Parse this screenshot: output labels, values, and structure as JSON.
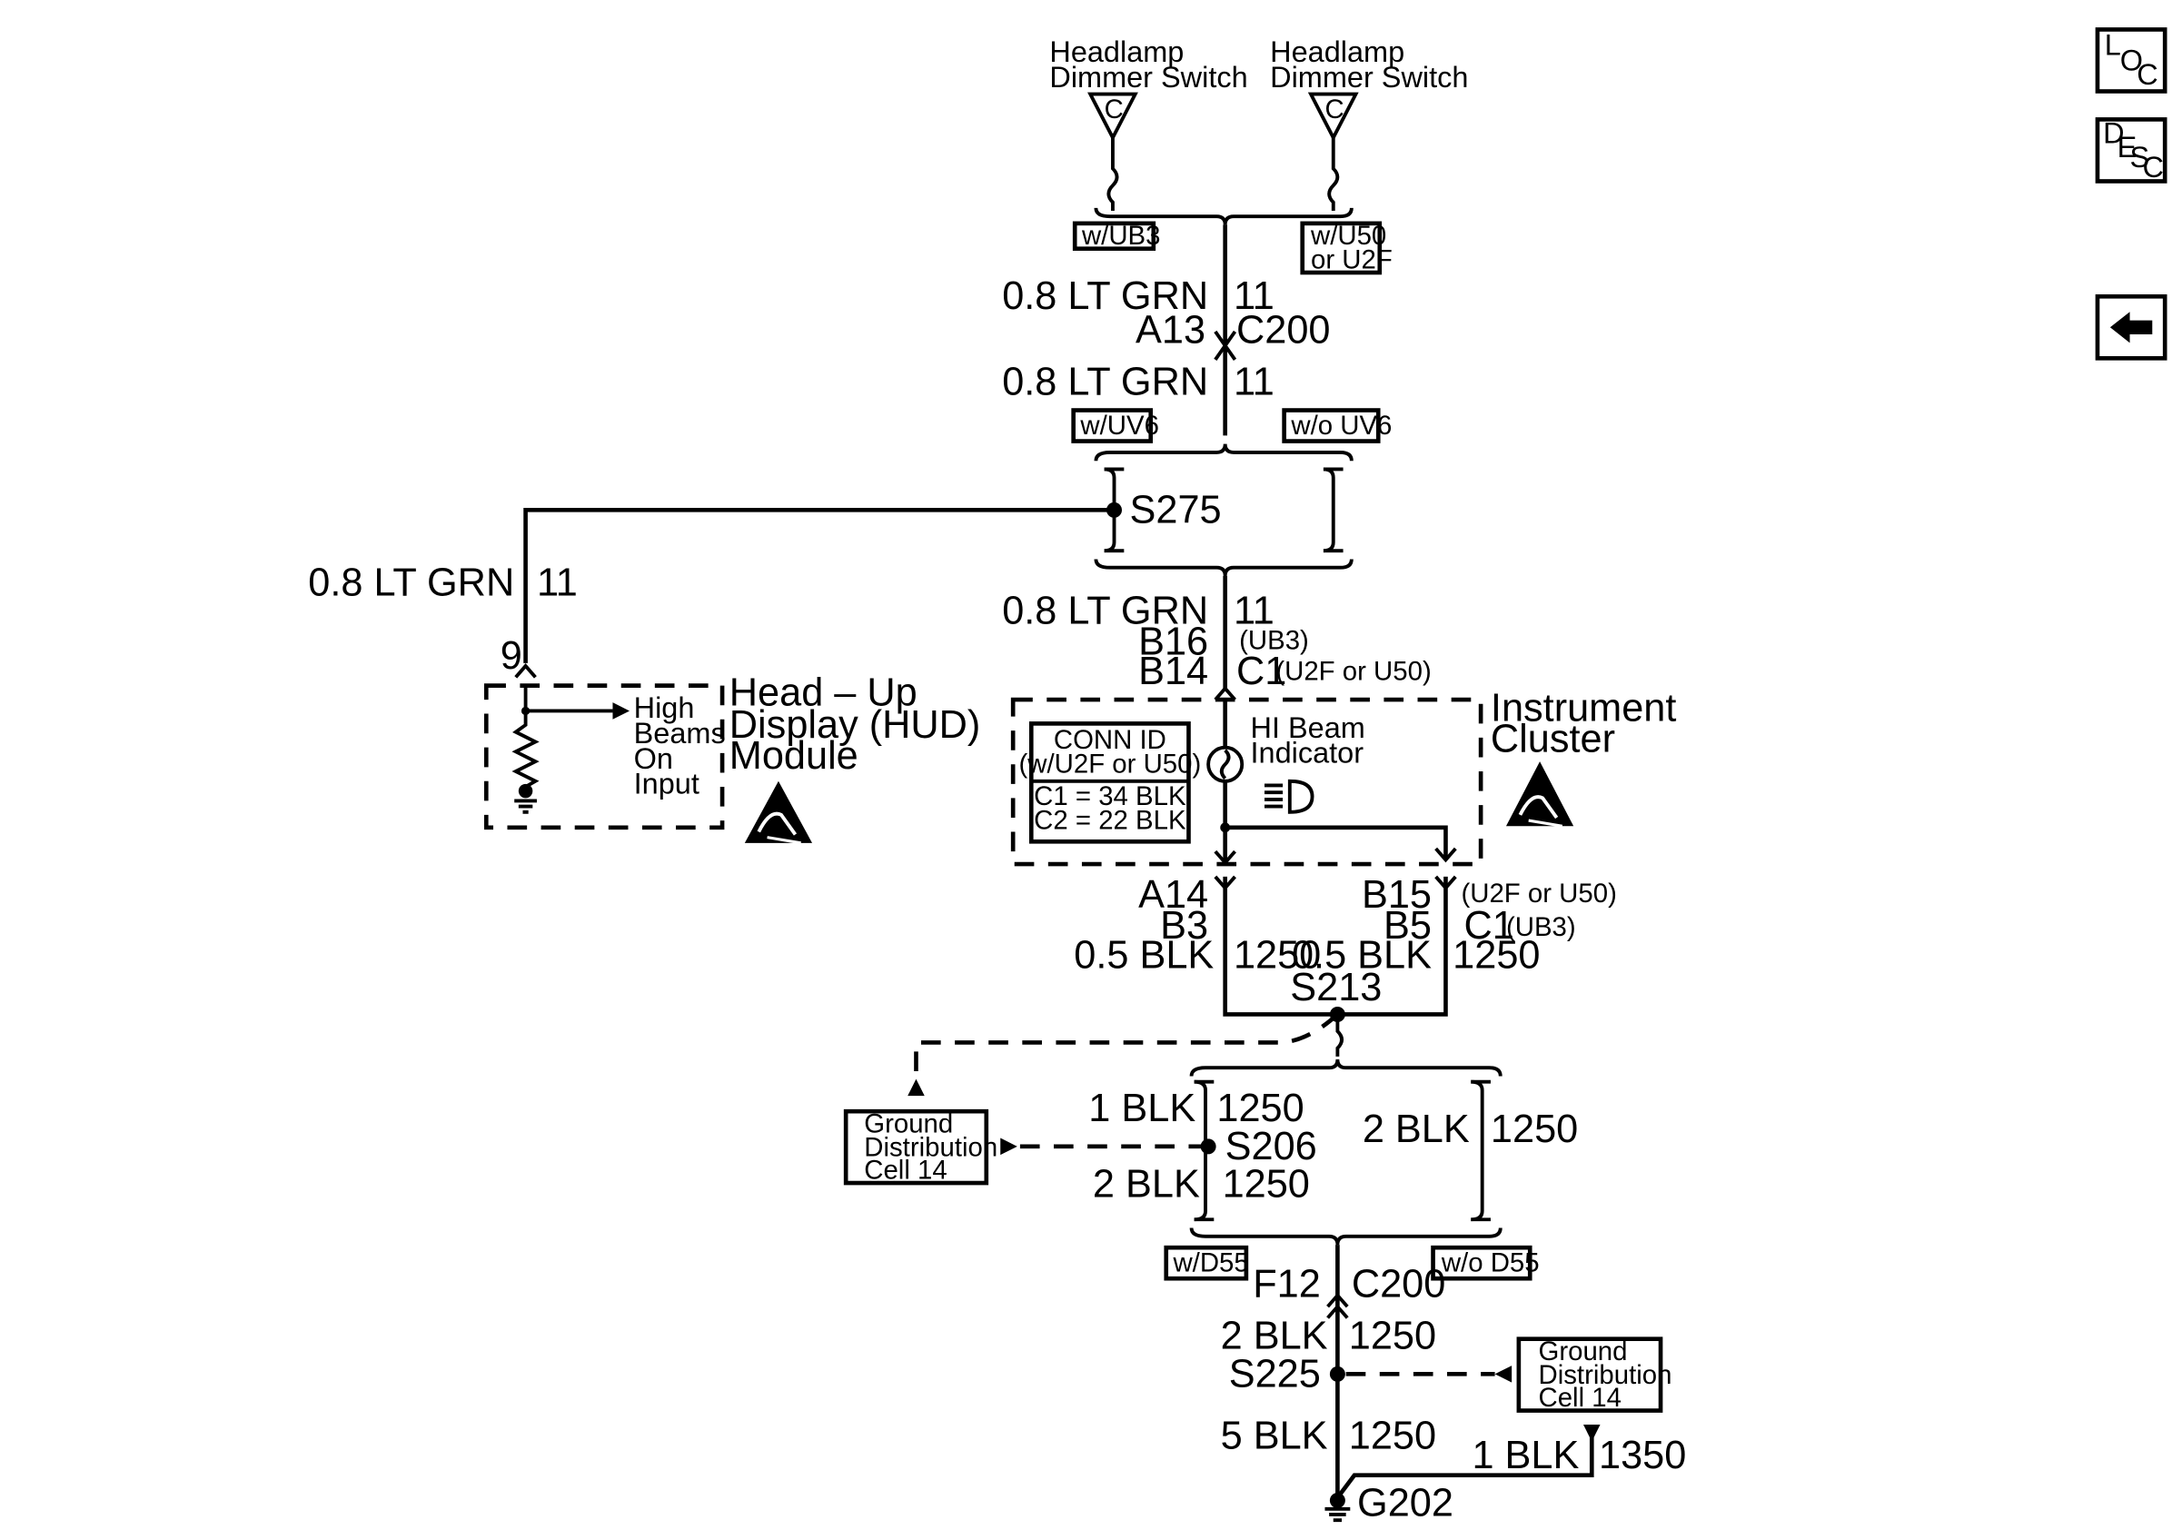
{
  "switches": [
    {
      "line1": "Headlamp",
      "line2": "Dimmer Switch",
      "pin": "C"
    },
    {
      "line1": "Headlamp",
      "line2": "Dimmer Switch",
      "pin": "C"
    }
  ],
  "options": {
    "w_ub3": "w/UB3",
    "w_u50_l1": "w/U50",
    "w_u50_l2": "or U2F",
    "w_uv6": "w/UV6",
    "wo_uv6": "w/o UV6",
    "w_d55": "w/D55",
    "wo_d55": "w/o D55"
  },
  "wires": {
    "top1": {
      "label": "0.8 LT GRN",
      "circuit": "11"
    },
    "conn_a13": "A13",
    "conn_c200": "C200",
    "top2": {
      "label": "0.8 LT GRN",
      "circuit": "11"
    },
    "splice_s275": "S275",
    "hud_wire": {
      "label": "0.8 LT GRN",
      "circuit": "11"
    },
    "hud_pin": "9",
    "top3": {
      "label": "0.8 LT GRN",
      "circuit": "11"
    },
    "b16": "B16",
    "ub3_a": "(UB3)",
    "b14": "B14",
    "c1_a": "C1",
    "u2f_a": "(U2F or U50)",
    "a14": "A14",
    "b3": "B3",
    "blk_l": "0.5 BLK",
    "c1250_l": "1250",
    "b15": "B15",
    "b5": "B5",
    "blk_r": "0.5 BLK",
    "c1250_r": "1250",
    "u2f_b": "(U2F or U50)",
    "c1_b": "C1",
    "ub3_b": "(UB3)",
    "splice_s213": "S213",
    "w1blk": "1 BLK",
    "w1blk_c": "1250",
    "splice_s206": "S206",
    "w2blk_a": "2 BLK",
    "w2blk_a_c": "1250",
    "w2blk_r": "2 BLK",
    "w2blk_r_c": "1250",
    "conn_f12": "F12",
    "conn_c200b": "C200",
    "w2blk_b": "2 BLK",
    "w2blk_b_c": "1250",
    "splice_s225": "S225",
    "w5blk": "5 BLK",
    "w5blk_c": "1250",
    "w1blk_b": "1 BLK",
    "w1blk_b_c": "1350",
    "ground_g202": "G202"
  },
  "hud": {
    "input_l1": "High",
    "input_l2": "Beams",
    "input_l3": "On",
    "input_l4": "Input",
    "title_l1": "Head – Up",
    "title_l2": "Display (HUD)",
    "title_l3": "Module"
  },
  "cluster": {
    "conn_l1": "CONN ID",
    "conn_l2": "(w/U2F or U50)",
    "conn_l3": "C1 = 34 BLK",
    "conn_l4": "C2 = 22 BLK",
    "ind_l1": "HI Beam",
    "ind_l2": "Indicator",
    "title_l1": "Instrument",
    "title_l2": "Cluster"
  },
  "ground_dist": [
    {
      "l1": "Ground",
      "l2": "Distribution",
      "l3": "Cell 14"
    },
    {
      "l1": "Ground",
      "l2": "Distribution",
      "l3": "Cell 14"
    }
  ],
  "nav": {
    "loc": {
      "a": "L",
      "b": "O",
      "c": "C"
    },
    "desc": {
      "a": "D",
      "b": "E",
      "c": "S",
      "d": "C"
    }
  }
}
